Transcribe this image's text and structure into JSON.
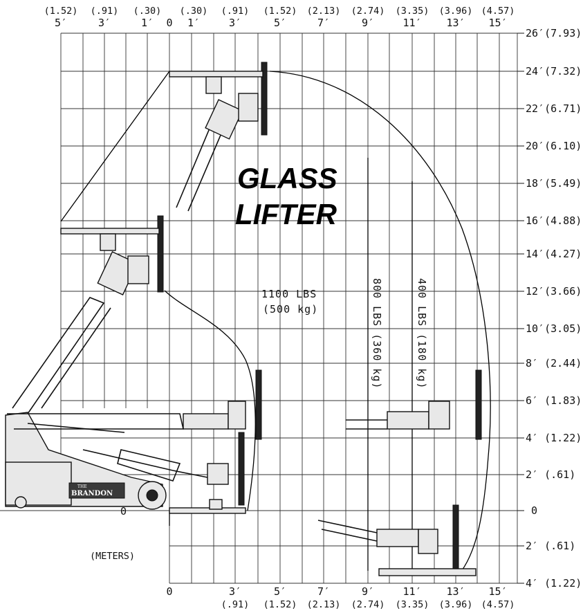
{
  "title": {
    "line1": "GLASS",
    "line2": "LIFTER"
  },
  "capacities": {
    "zone1_lbs": "1100 LBS",
    "zone1_kg": "(500 kg)",
    "zone2": "800 LBS (360 kg)",
    "zone3": "400 LBS (180 kg)"
  },
  "units_label": "(METERS)",
  "top_axis": [
    {
      "ft": "5′",
      "m": "(1.52)"
    },
    {
      "ft": "3′",
      "m": "(.91)"
    },
    {
      "ft": "1′",
      "m": "(.30)"
    },
    {
      "ft": "0",
      "m": ""
    },
    {
      "ft": "1′",
      "m": "(.30)"
    },
    {
      "ft": "3′",
      "m": "(.91)"
    },
    {
      "ft": "5′",
      "m": "(1.52)"
    },
    {
      "ft": "7′",
      "m": "(2.13)"
    },
    {
      "ft": "9′",
      "m": "(2.74)"
    },
    {
      "ft": "11′",
      "m": "(3.35)"
    },
    {
      "ft": "13′",
      "m": "(3.96)"
    },
    {
      "ft": "15′",
      "m": "(4.57)"
    }
  ],
  "bottom_axis": [
    {
      "ft": "0",
      "m": ""
    },
    {
      "ft": "3′",
      "m": "(.91)"
    },
    {
      "ft": "5′",
      "m": "(1.52)"
    },
    {
      "ft": "7′",
      "m": "(2.13)"
    },
    {
      "ft": "9′",
      "m": "(2.74)"
    },
    {
      "ft": "11′",
      "m": "(3.35)"
    },
    {
      "ft": "13′",
      "m": "(3.96)"
    },
    {
      "ft": "15′",
      "m": "(4.57)"
    }
  ],
  "right_axis": [
    "26′(7.93)",
    "24′(7.32)",
    "22′(6.71)",
    "20′(6.10)",
    "18′(5.49)",
    "16′(4.88)",
    "14′(4.27)",
    "12′(3.66)",
    "10′(3.05)",
    "8′ (2.44)",
    "6′ (1.83)",
    "4′ (1.22)",
    "2′ (.61)",
    "0",
    "2′ (.61)",
    "4′ (1.22)"
  ],
  "ground_zero_label": "0",
  "machine_badge": {
    "small": "THE",
    "name": "BRANDON"
  }
}
